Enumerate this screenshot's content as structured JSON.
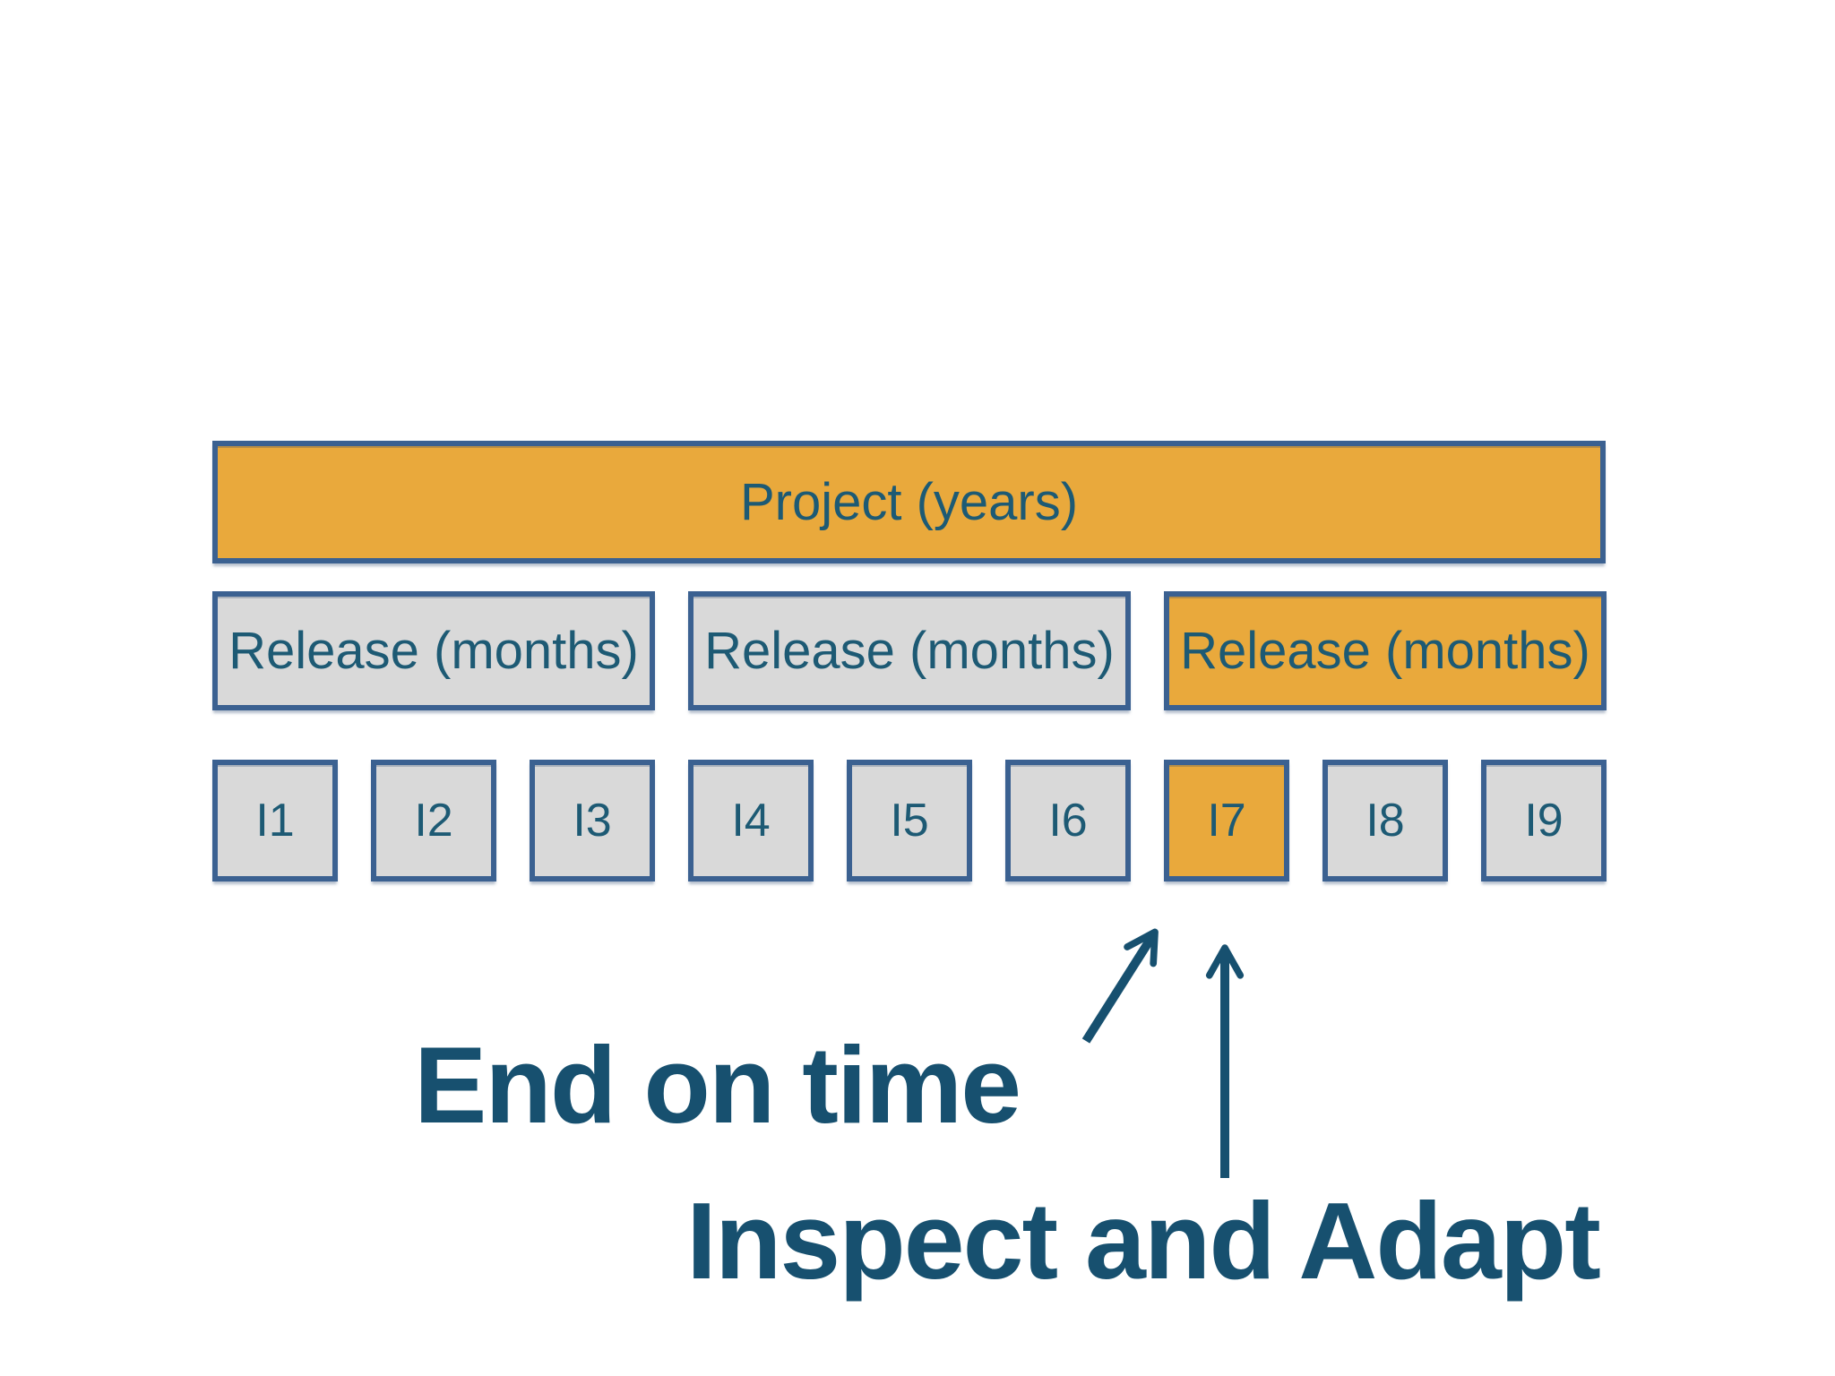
{
  "project": {
    "label": "Project (years)",
    "highlighted": true
  },
  "releases": [
    {
      "label": "Release (months)",
      "highlighted": false
    },
    {
      "label": "Release (months)",
      "highlighted": false
    },
    {
      "label": "Release (months)",
      "highlighted": true
    }
  ],
  "iterations": [
    {
      "label": "I1",
      "highlighted": false
    },
    {
      "label": "I2",
      "highlighted": false
    },
    {
      "label": "I3",
      "highlighted": false
    },
    {
      "label": "I4",
      "highlighted": false
    },
    {
      "label": "I5",
      "highlighted": false
    },
    {
      "label": "I6",
      "highlighted": false
    },
    {
      "label": "I7",
      "highlighted": true
    },
    {
      "label": "I8",
      "highlighted": false
    },
    {
      "label": "I9",
      "highlighted": false
    }
  ],
  "annotations": {
    "end_on_time": "End on time",
    "inspect_and_adapt": "Inspect and Adapt"
  },
  "colors": {
    "highlight_orange": "#e9a93c",
    "box_gray": "#d9d9d9",
    "border_blue": "#3b6191",
    "box_label_teal": "#1d5a74",
    "annotation_navy": "#17506f",
    "background": "#ffffff"
  }
}
